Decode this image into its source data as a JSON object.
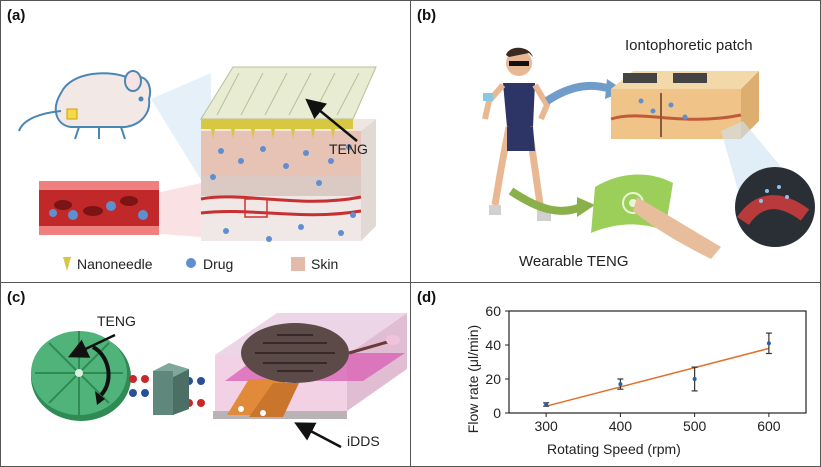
{
  "panels": {
    "a": {
      "label": "(a)",
      "teng": "TENG",
      "legend": {
        "nanoneedle": "Nanoneedle",
        "drug": "Drug",
        "skin": "Skin"
      }
    },
    "b": {
      "label": "(b)",
      "patch": "Iontophoretic patch",
      "wearable": "Wearable TENG"
    },
    "c": {
      "label": "(c)",
      "teng": "TENG",
      "iddss": "iDDS"
    },
    "d": {
      "label": "(d)"
    }
  },
  "colors": {
    "drug": "#4a7fc0",
    "teng_green": "#3ea06a",
    "vessel_red": "#c0282a",
    "skin": "#e6b9a6",
    "fit_line": "#e0702a",
    "error_bar": "#333333"
  },
  "chart_data": {
    "type": "scatter",
    "xlabel": "Rotating Speed (rpm)",
    "ylabel": "Flow rate (μl/min)",
    "xlim": [
      250,
      650
    ],
    "ylim": [
      0,
      60
    ],
    "xticks": [
      300,
      400,
      500,
      600
    ],
    "yticks": [
      0,
      20,
      40,
      60
    ],
    "points": [
      {
        "x": 300,
        "y": 5,
        "err": 1
      },
      {
        "x": 400,
        "y": 17,
        "err": 3
      },
      {
        "x": 500,
        "y": 20,
        "err": 7
      },
      {
        "x": 600,
        "y": 41,
        "err": 6
      }
    ],
    "fit": {
      "x": [
        300,
        600
      ],
      "y": [
        4,
        38
      ]
    },
    "grid": false
  }
}
